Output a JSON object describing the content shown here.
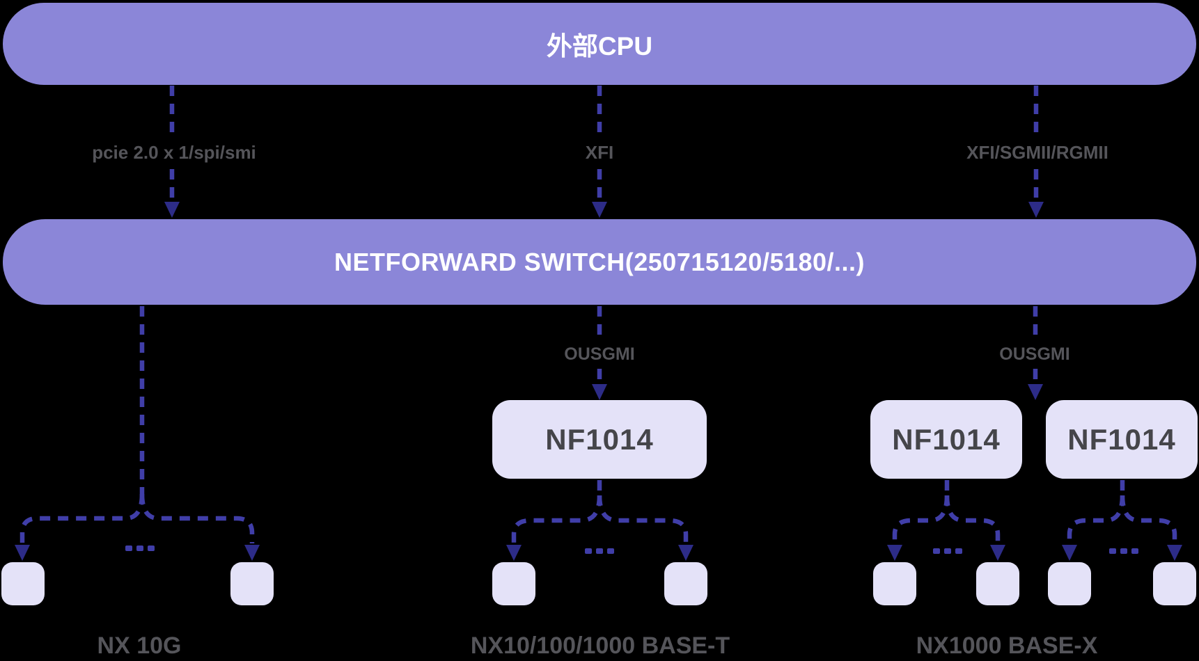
{
  "diagram": {
    "nodes": {
      "cpu": {
        "label": "外部CPU"
      },
      "switch": {
        "label": "NETFORWARD SWITCH(250715120/5180/...)"
      },
      "phy": {
        "label": "NF1014"
      }
    },
    "edges": {
      "cpu_to_switch": [
        {
          "label": "pcie 2.0 x 1/spi/smi"
        },
        {
          "label": "XFI"
        },
        {
          "label": "XFI/SGMII/RGMII"
        }
      ],
      "switch_to_phy": [
        {
          "label": "OUSGMI"
        },
        {
          "label": "OUSGMI"
        }
      ]
    },
    "port_groups": [
      {
        "label": "NX 10G"
      },
      {
        "label": "NX10/100/1000 BASE-T"
      },
      {
        "label": "NX1000 BASE-X"
      }
    ],
    "icons": {
      "ellipsis": "..."
    },
    "colors": {
      "bar_fill": "#8b86d8",
      "bar_text": "#ffffff",
      "box_fill": "#e4e2f8",
      "box_text": "#45454a",
      "wire": "#403ea8",
      "arrowhead": "#2d2c88",
      "label_text": "#55555a",
      "background": "#000000"
    }
  }
}
